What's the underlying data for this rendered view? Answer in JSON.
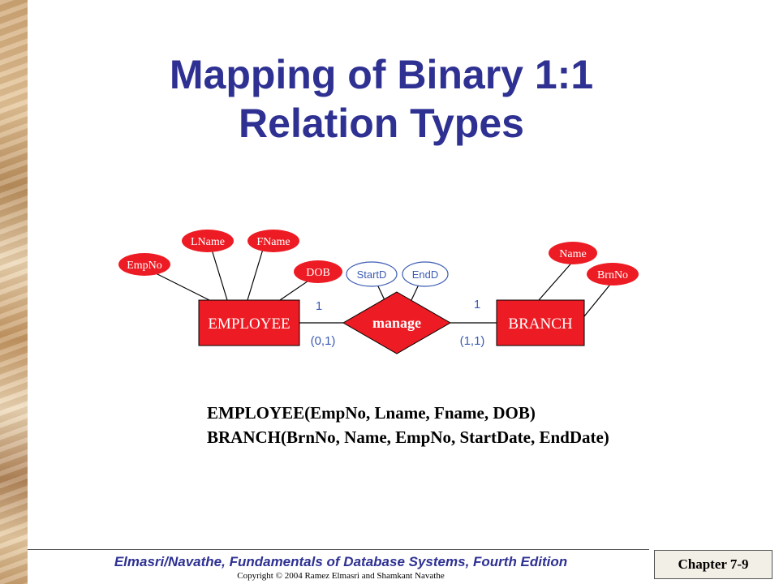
{
  "slide": {
    "title_line1": "Mapping of Binary 1:1",
    "title_line2": "Relation Types"
  },
  "diagram": {
    "entities": {
      "employee": "EMPLOYEE",
      "branch": "BRANCH"
    },
    "relationship": "manage",
    "attributes": {
      "empno": "EmpNo",
      "lname": "LName",
      "fname": "FName",
      "dob": "DOB",
      "startd": "StartD",
      "endd": "EndD",
      "name": "Name",
      "brnno": "BrnNo"
    },
    "cardinality": {
      "left": "1",
      "right": "1",
      "left_constraint": "(0,1)",
      "right_constraint": "(1,1)"
    }
  },
  "schema": {
    "employee": "EMPLOYEE(EmpNo, Lname, Fname, DOB)",
    "branch": "BRANCH(BrnNo, Name, EmpNo, StartDate, EndDate)"
  },
  "footer": {
    "book": "Elmasri/Navathe, Fundamentals of Database Systems, Fourth Edition",
    "copyright": "Copyright © 2004 Ramez Elmasri and Shamkant Navathe",
    "chapter": "Chapter 7-9"
  },
  "colors": {
    "title": "#2e3192",
    "entity_fill": "#ed1c24",
    "relationship_text": "#3b5bb3"
  }
}
